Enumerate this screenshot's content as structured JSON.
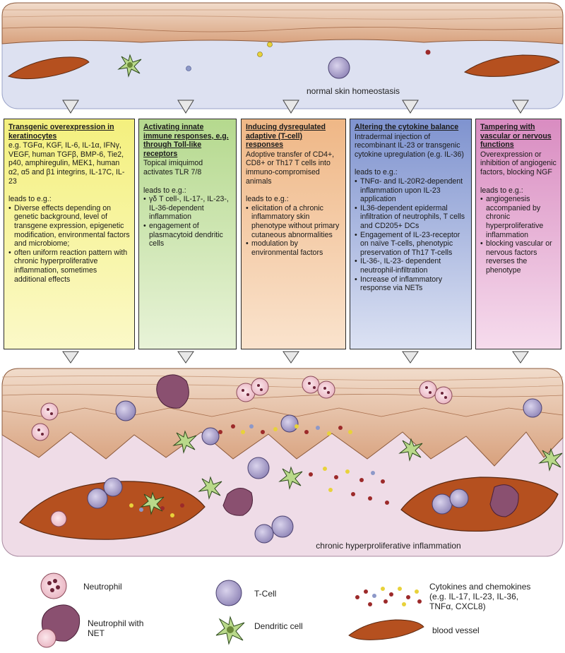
{
  "captions": {
    "top": "normal skin homeostasis",
    "bottom": "chronic hyperproliferative inflammation"
  },
  "boxes": [
    {
      "title": "Transgenic overexpression in keratinocytes",
      "intro": "e.g. TGFα, KGF, IL-6, IL-1α, IFNγ, VEGF, human TGFβ, BMP-6, Tie2, p40, amphiregulin, MEK1, human α2, α5 and β1 integrins, IL-17C, IL-23",
      "leads": "leads to e.g.:",
      "items": [
        "Diverse effects depending on genetic background, level of transgene expression, epigenetic modification, environmental factors and microbiome;",
        "often uniform reaction pattern with chronic hyperproliferative inflammation, sometimes additional effects"
      ]
    },
    {
      "title": "Activating innate immune responses, e.g. through Toll-like receptors",
      "intro": "Topical imiquimod activates TLR 7/8",
      "leads": "leads to e.g.:",
      "items": [
        "γδ T cell-, IL-17-, IL-23-, IL-36-dependent inflammation",
        "engagement of plasmacytoid dendritic cells"
      ]
    },
    {
      "title": "Inducing dysregulated adaptive (T-cell) responses",
      "intro": "Adoptive transfer of CD4+, CD8+ or Th17 T cells into immuno-compromised animals",
      "leads": "leads to e.g.:",
      "items": [
        "elicitation of a chronic inflammatory skin phenotype without primary cutaneous abnormalities",
        "modulation by environmental factors"
      ]
    },
    {
      "title": "Altering the cytokine balance",
      "intro": "Intradermal injection of recombinant IL-23 or transgenic cytokine upregulation (e.g. IL-36)",
      "leads": "leads to e.g.:",
      "items": [
        "TNFα- and IL-20R2-dependent inflammation upon IL-23 application",
        "IL36-dependent epidermal infiltration of neutrophils, T cells and CD205+ DCs",
        "Engagement of IL-23-receptor on naïve T-cells, phenotypic preservation of Th17 T-cells",
        "IL-36-, IL-23- dependent neutrophil-infiltration",
        "Increase of inflammatory response via NETs"
      ]
    },
    {
      "title": "Tampering with vascular or nervous functions",
      "intro": "Overexpression or inhibition of angiogenic factors, blocking NGF",
      "leads": "leads to e.g.:",
      "items": [
        "angiogenesis accompanied by chronic hyperproliferative inflammation",
        "blocking vascular or nervous factors reverses the phenotype"
      ]
    }
  ],
  "legend": {
    "neutrophil": "Neutrophil",
    "neutrophil_net": "Neutrophil with NET",
    "tcell": "T-Cell",
    "dendritic": "Dendritic cell",
    "cytokines_title": "Cytokines and chemokines",
    "cytokines_examples": "(e.g. IL-17, IL-23, IL-36, TNFα, CXCL8)",
    "vessel": "blood vessel"
  },
  "colors": {
    "skin_top": "#e9c2a8",
    "skin_mid": "#d9a27f",
    "dermis": "#efdfe8",
    "panel_bg": "#d9deef",
    "vessel": "#b5501f",
    "neutrophil": "#f2c9d3",
    "tcell": "#9a8fbc",
    "dendritic": "#b9d98a"
  }
}
